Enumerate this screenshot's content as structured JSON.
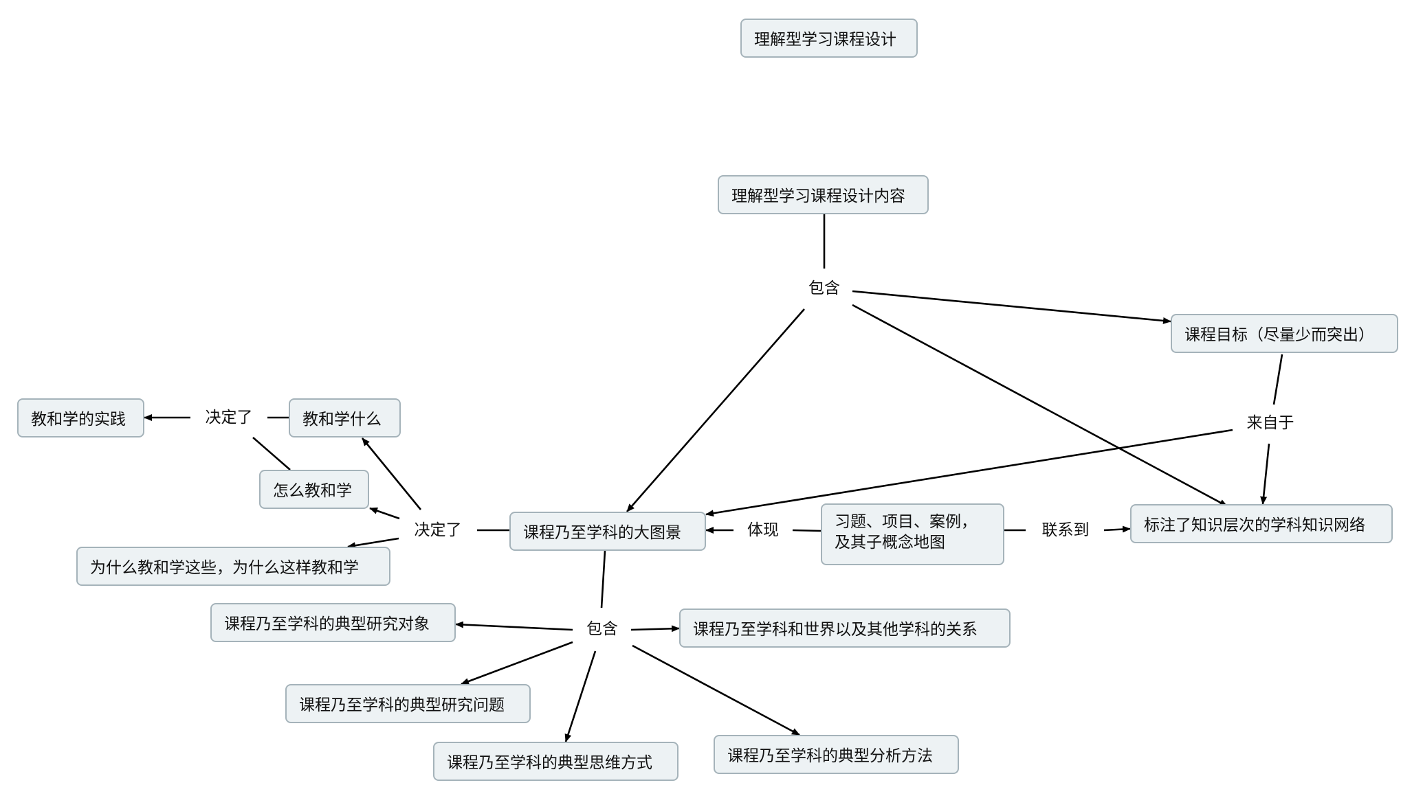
{
  "title": "理解型学习课程设计",
  "nodes": {
    "content": "理解型学习课程设计内容",
    "goal": "课程目标（尽量少而突出）",
    "bigpicture": "课程乃至学科的大图景",
    "network": "标注了知识层次的学科知识网络",
    "exercises_line1": "习题、项目、案例，",
    "exercises_line2": "及其子概念地图",
    "practice": "教和学的实践",
    "what": "教和学什么",
    "how": "怎么教和学",
    "why": "为什么教和学这些，为什么这样教和学",
    "objects": "课程乃至学科的典型研究对象",
    "relations": "课程乃至学科和世界以及其他学科的关系",
    "problems": "课程乃至学科的典型研究问题",
    "thinking": "课程乃至学科的典型思维方式",
    "methods": "课程乃至学科的典型分析方法"
  },
  "links": {
    "contains_top": "包含",
    "comes_from": "来自于",
    "embodies": "体现",
    "connects_to": "联系到",
    "decides_mid": "决定了",
    "decides_top": "决定了",
    "contains_bottom": "包含"
  }
}
